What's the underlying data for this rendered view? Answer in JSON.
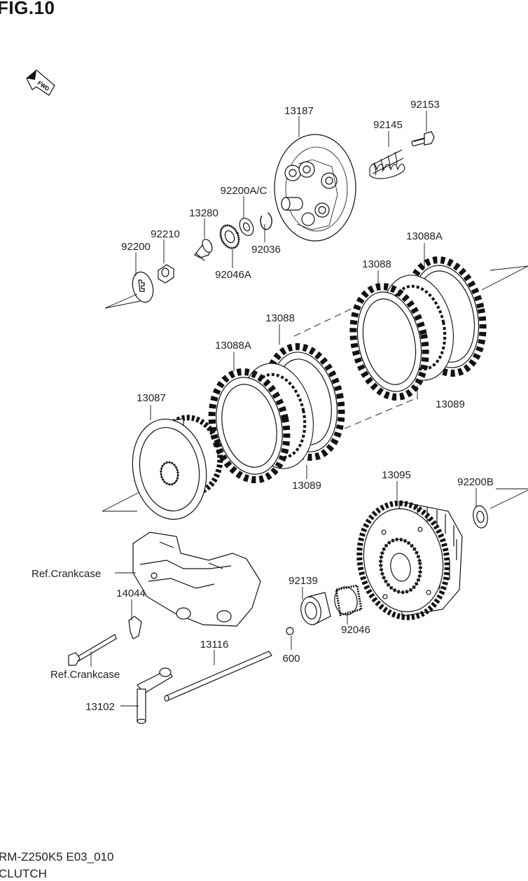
{
  "figure": {
    "title": "FIG.10"
  },
  "fwd_label": "FWD",
  "parts": [
    {
      "id": "p13187",
      "number": "13187"
    },
    {
      "id": "p92153",
      "number": "92153"
    },
    {
      "id": "p92145",
      "number": "92145"
    },
    {
      "id": "p92200ac",
      "number": "92200A/C"
    },
    {
      "id": "p13280",
      "number": "13280"
    },
    {
      "id": "p92210",
      "number": "92210"
    },
    {
      "id": "p92200",
      "number": "92200"
    },
    {
      "id": "p92036",
      "number": "92036"
    },
    {
      "id": "p92046a",
      "number": "92046A"
    },
    {
      "id": "p13088a-right",
      "number": "13088A"
    },
    {
      "id": "p13088-right",
      "number": "13088"
    },
    {
      "id": "p13088-left",
      "number": "13088"
    },
    {
      "id": "p13088a-left",
      "number": "13088A"
    },
    {
      "id": "p13087",
      "number": "13087"
    },
    {
      "id": "p13089-right",
      "number": "13089"
    },
    {
      "id": "p13089-left",
      "number": "13089"
    },
    {
      "id": "p13095",
      "number": "13095"
    },
    {
      "id": "p92200b",
      "number": "92200B"
    },
    {
      "id": "p92139",
      "number": "92139"
    },
    {
      "id": "p14044",
      "number": "14044"
    },
    {
      "id": "p92046",
      "number": "92046"
    },
    {
      "id": "p13116",
      "number": "13116"
    },
    {
      "id": "p600",
      "number": "600"
    },
    {
      "id": "p13102",
      "number": "13102"
    }
  ],
  "references": [
    {
      "id": "ref-crankcase-upper",
      "text": "Ref.Crankcase"
    },
    {
      "id": "ref-crankcase-lower",
      "text": "Ref.Crankcase"
    }
  ],
  "footer": {
    "code": "RM-Z250K5 E03_010",
    "name": "CLUTCH"
  }
}
